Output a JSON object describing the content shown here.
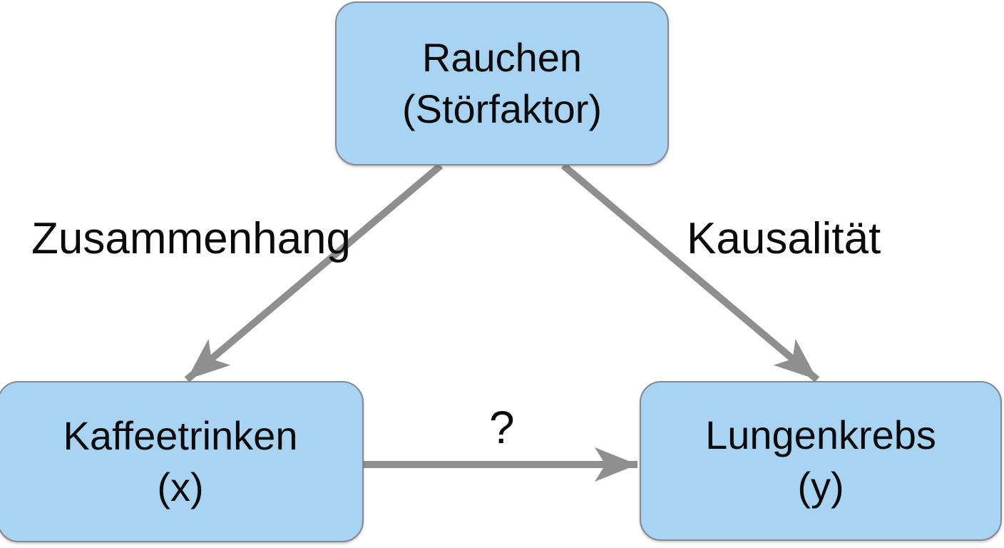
{
  "nodes": {
    "confounder": {
      "line1": "Rauchen",
      "line2": "(Störfaktor)"
    },
    "cause": {
      "line1": "Kaffeetrinken",
      "line2": "(x)"
    },
    "effect": {
      "line1": "Lungenkrebs",
      "line2": "(y)"
    }
  },
  "edges": {
    "confounder_to_cause": {
      "label": "Zusammenhang"
    },
    "confounder_to_effect": {
      "label": "Kausalität"
    },
    "cause_to_effect": {
      "label": "?"
    }
  },
  "colors": {
    "node_fill": "#a8d3f3",
    "node_border": "#85898e",
    "arrow": "#8f8f8f",
    "text": "#0a0a0a",
    "background": "#ffffff"
  }
}
